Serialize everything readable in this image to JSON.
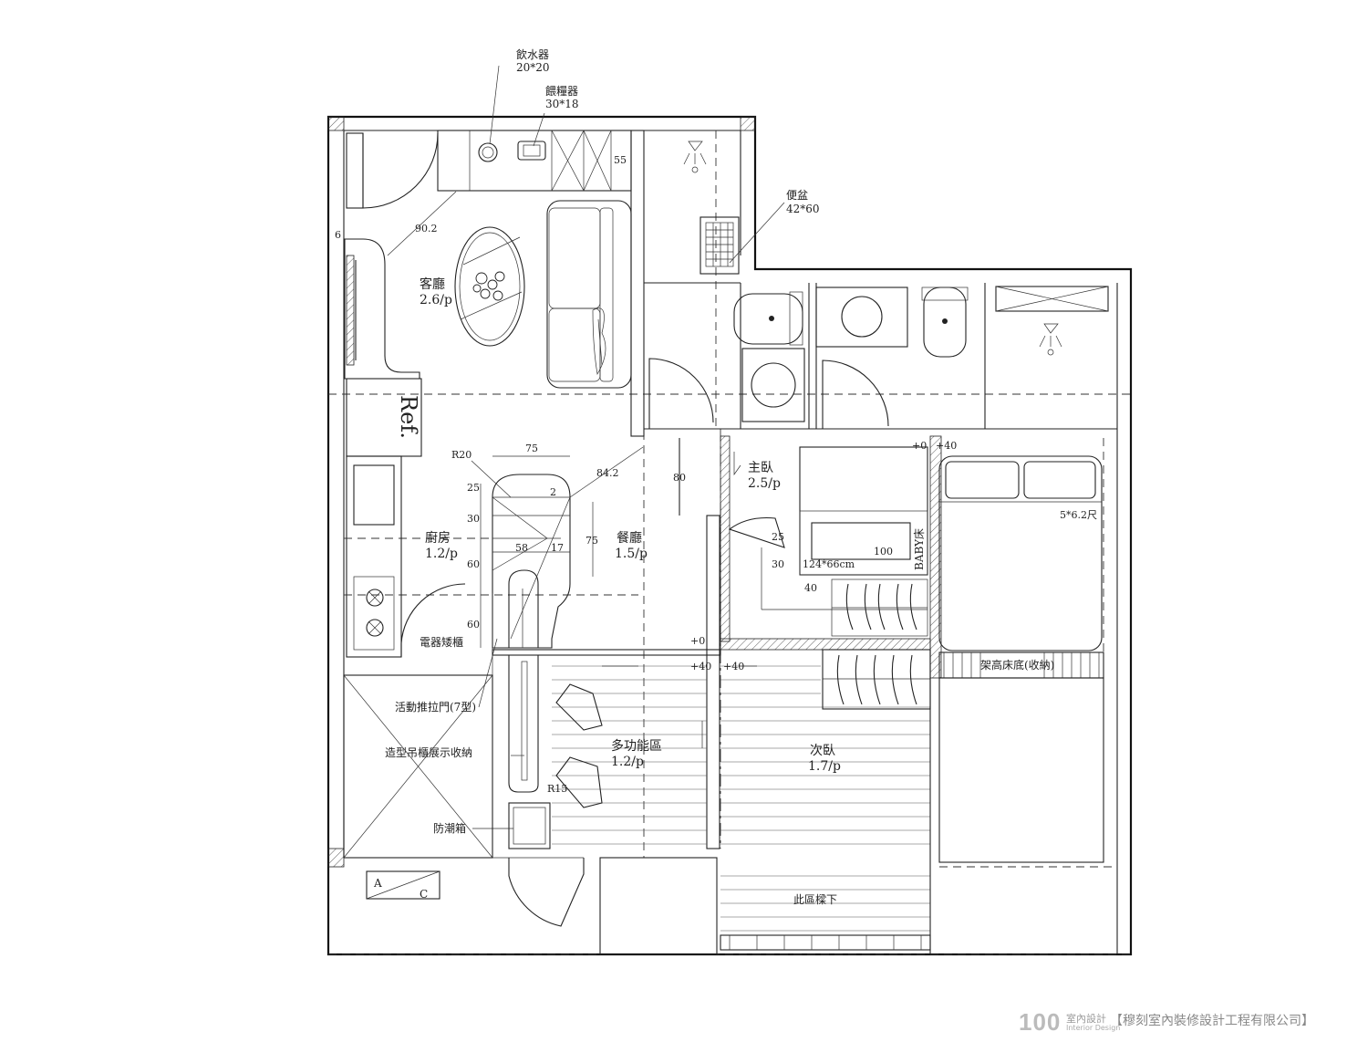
{
  "rooms": {
    "living": {
      "name": "客廳",
      "area": "2.6/p"
    },
    "kitchen": {
      "name": "廚房",
      "area": "1.2/p"
    },
    "dining": {
      "name": "餐廳",
      "area": "1.5/p"
    },
    "master": {
      "name": "主臥",
      "area": "2.5/p"
    },
    "multi": {
      "name": "多功能區",
      "area": "1.2/p"
    },
    "second": {
      "name": "次臥",
      "area": "1.7/p"
    }
  },
  "fixtures": {
    "water_dispenser": {
      "name": "飲水器",
      "size": "20*20"
    },
    "feeder": {
      "name": "餵糧器",
      "size": "30*18"
    },
    "toilet_box": {
      "name": "便盆",
      "size": "42*60"
    },
    "fridge": "Ref.",
    "appliance_cabinet": "電器矮櫃",
    "sliding_door": "活動推拉門(7型)",
    "display_cabinet": "造型吊櫃展示收納",
    "moisture_box": "防潮箱",
    "baby_bed": "BABY床",
    "bed_size": "5*6.2尺",
    "raised_bed": "架高床底(收納)",
    "beam_note": "此區樑下",
    "ac_a": "A",
    "ac_c": "C"
  },
  "dims": {
    "d55": "55",
    "d90": "90.2",
    "d6": "6",
    "r20": "R20",
    "d75a": "75",
    "d842": "84.2",
    "d80": "80",
    "d25a": "25",
    "d30a": "30",
    "d60a": "60",
    "d60b": "60",
    "d58": "58",
    "d17": "17",
    "d75b": "75",
    "d2": "2",
    "d25b": "25",
    "d30b": "30",
    "d100": "100",
    "d124": "124*66cm",
    "d40": "40",
    "r15": "R15",
    "lv0a": "+0",
    "lv40a": "+40",
    "lv0b": "+0",
    "lv40b": "+40",
    "lv40c": "+40"
  },
  "branding": {
    "logo_number": "100",
    "logo_cn": "室內設計",
    "logo_en": "Interior Design",
    "company": "【穆刻室內裝修設計工程有限公司】"
  }
}
